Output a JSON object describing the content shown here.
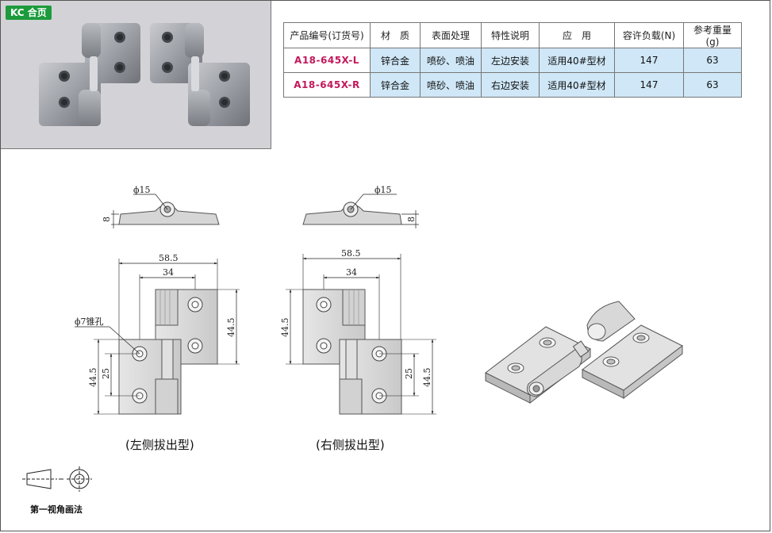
{
  "product_tag": "KC 合页",
  "table": {
    "headers": [
      "产品编号(订货号)",
      "材　质",
      "表面处理",
      "特性说明",
      "应　用",
      "容许负载(N)",
      "参考重量(g)"
    ],
    "rows": [
      [
        "A18-645X-L",
        "锌合金",
        "喷砂、喷油",
        "左边安装",
        "适用40#型材",
        "147",
        "63"
      ],
      [
        "A18-645X-R",
        "锌合金",
        "喷砂、喷油",
        "右边安装",
        "适用40#型材",
        "147",
        "63"
      ]
    ]
  },
  "drawing_left": {
    "phi15": "ϕ15",
    "dim8": "8",
    "dim585": "58.5",
    "dim34": "34",
    "dim445_right": "44.5",
    "dim445_left": "44.5",
    "dim25": "25",
    "hole_label": "ϕ7锥孔",
    "caption": "(左侧拔出型)"
  },
  "drawing_right": {
    "phi15": "ϕ15",
    "dim8": "8",
    "dim585": "58.5",
    "dim34": "34",
    "dim445_left": "44.5",
    "dim445_right": "44.5",
    "dim25": "25",
    "caption": "(右侧拔出型)"
  },
  "projection_label": "第一视角画法"
}
